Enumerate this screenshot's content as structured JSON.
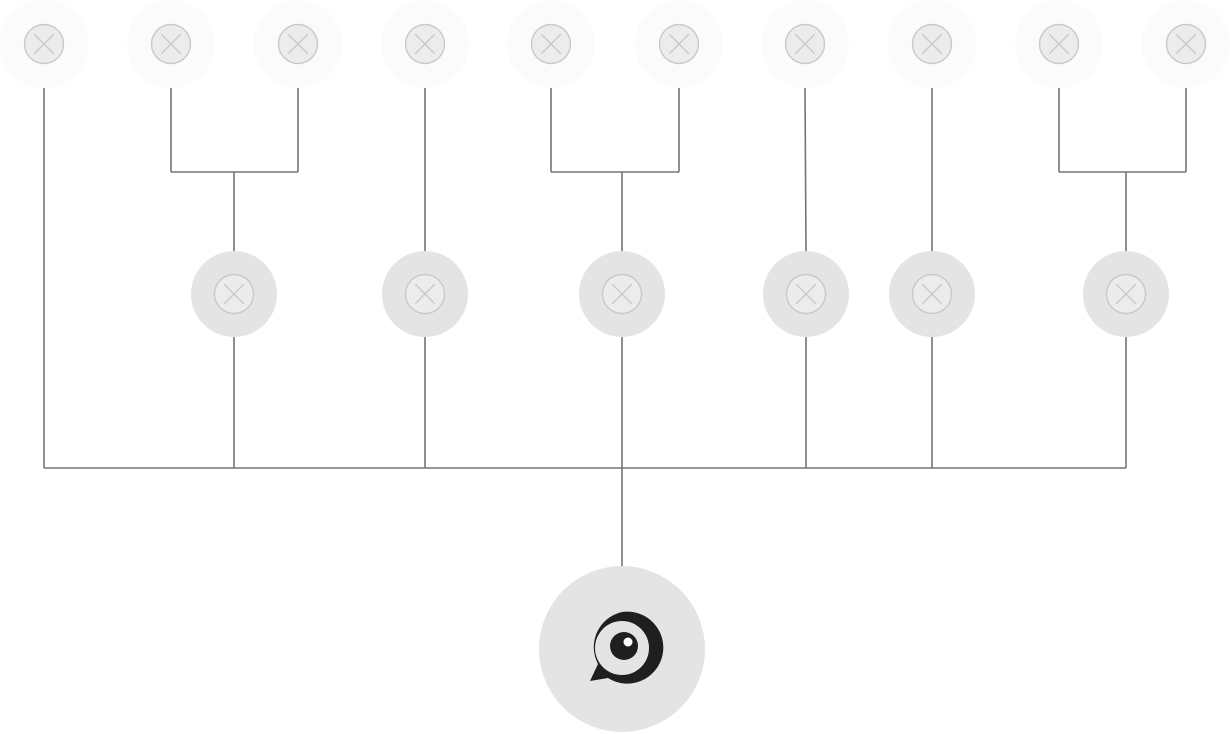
{
  "diagram": {
    "type": "tree",
    "top_placeholders": [
      {
        "id": "t1",
        "icon": "placeholder-x-icon",
        "parent": "root"
      },
      {
        "id": "t2",
        "icon": "placeholder-x-icon",
        "parent": "m1"
      },
      {
        "id": "t3",
        "icon": "placeholder-x-icon",
        "parent": "m1"
      },
      {
        "id": "t4",
        "icon": "placeholder-x-icon",
        "parent": "m2"
      },
      {
        "id": "t5",
        "icon": "placeholder-x-icon",
        "parent": "m3"
      },
      {
        "id": "t6",
        "icon": "placeholder-x-icon",
        "parent": "m3"
      },
      {
        "id": "t7",
        "icon": "placeholder-x-icon",
        "parent": "m4"
      },
      {
        "id": "t8",
        "icon": "placeholder-x-icon",
        "parent": "m5"
      },
      {
        "id": "t9",
        "icon": "placeholder-x-icon",
        "parent": "m6"
      },
      {
        "id": "t10",
        "icon": "placeholder-x-icon",
        "parent": "m6"
      }
    ],
    "middle_nodes": [
      {
        "id": "m1",
        "icon": "placeholder-x-icon",
        "parent": "root"
      },
      {
        "id": "m2",
        "icon": "placeholder-x-icon",
        "parent": "root"
      },
      {
        "id": "m3",
        "icon": "placeholder-x-icon",
        "parent": "root"
      },
      {
        "id": "m4",
        "icon": "placeholder-x-icon",
        "parent": "root"
      },
      {
        "id": "m5",
        "icon": "placeholder-x-icon",
        "parent": "root"
      },
      {
        "id": "m6",
        "icon": "placeholder-x-icon",
        "parent": "root"
      }
    ],
    "root": {
      "id": "root",
      "icon": "chat-bubble-eye-icon"
    },
    "colors": {
      "line": "#757575",
      "node_fill": "#e4e4e4",
      "placeholder_stroke": "#c9c9c9",
      "root_icon": "#1f1f1f"
    }
  }
}
